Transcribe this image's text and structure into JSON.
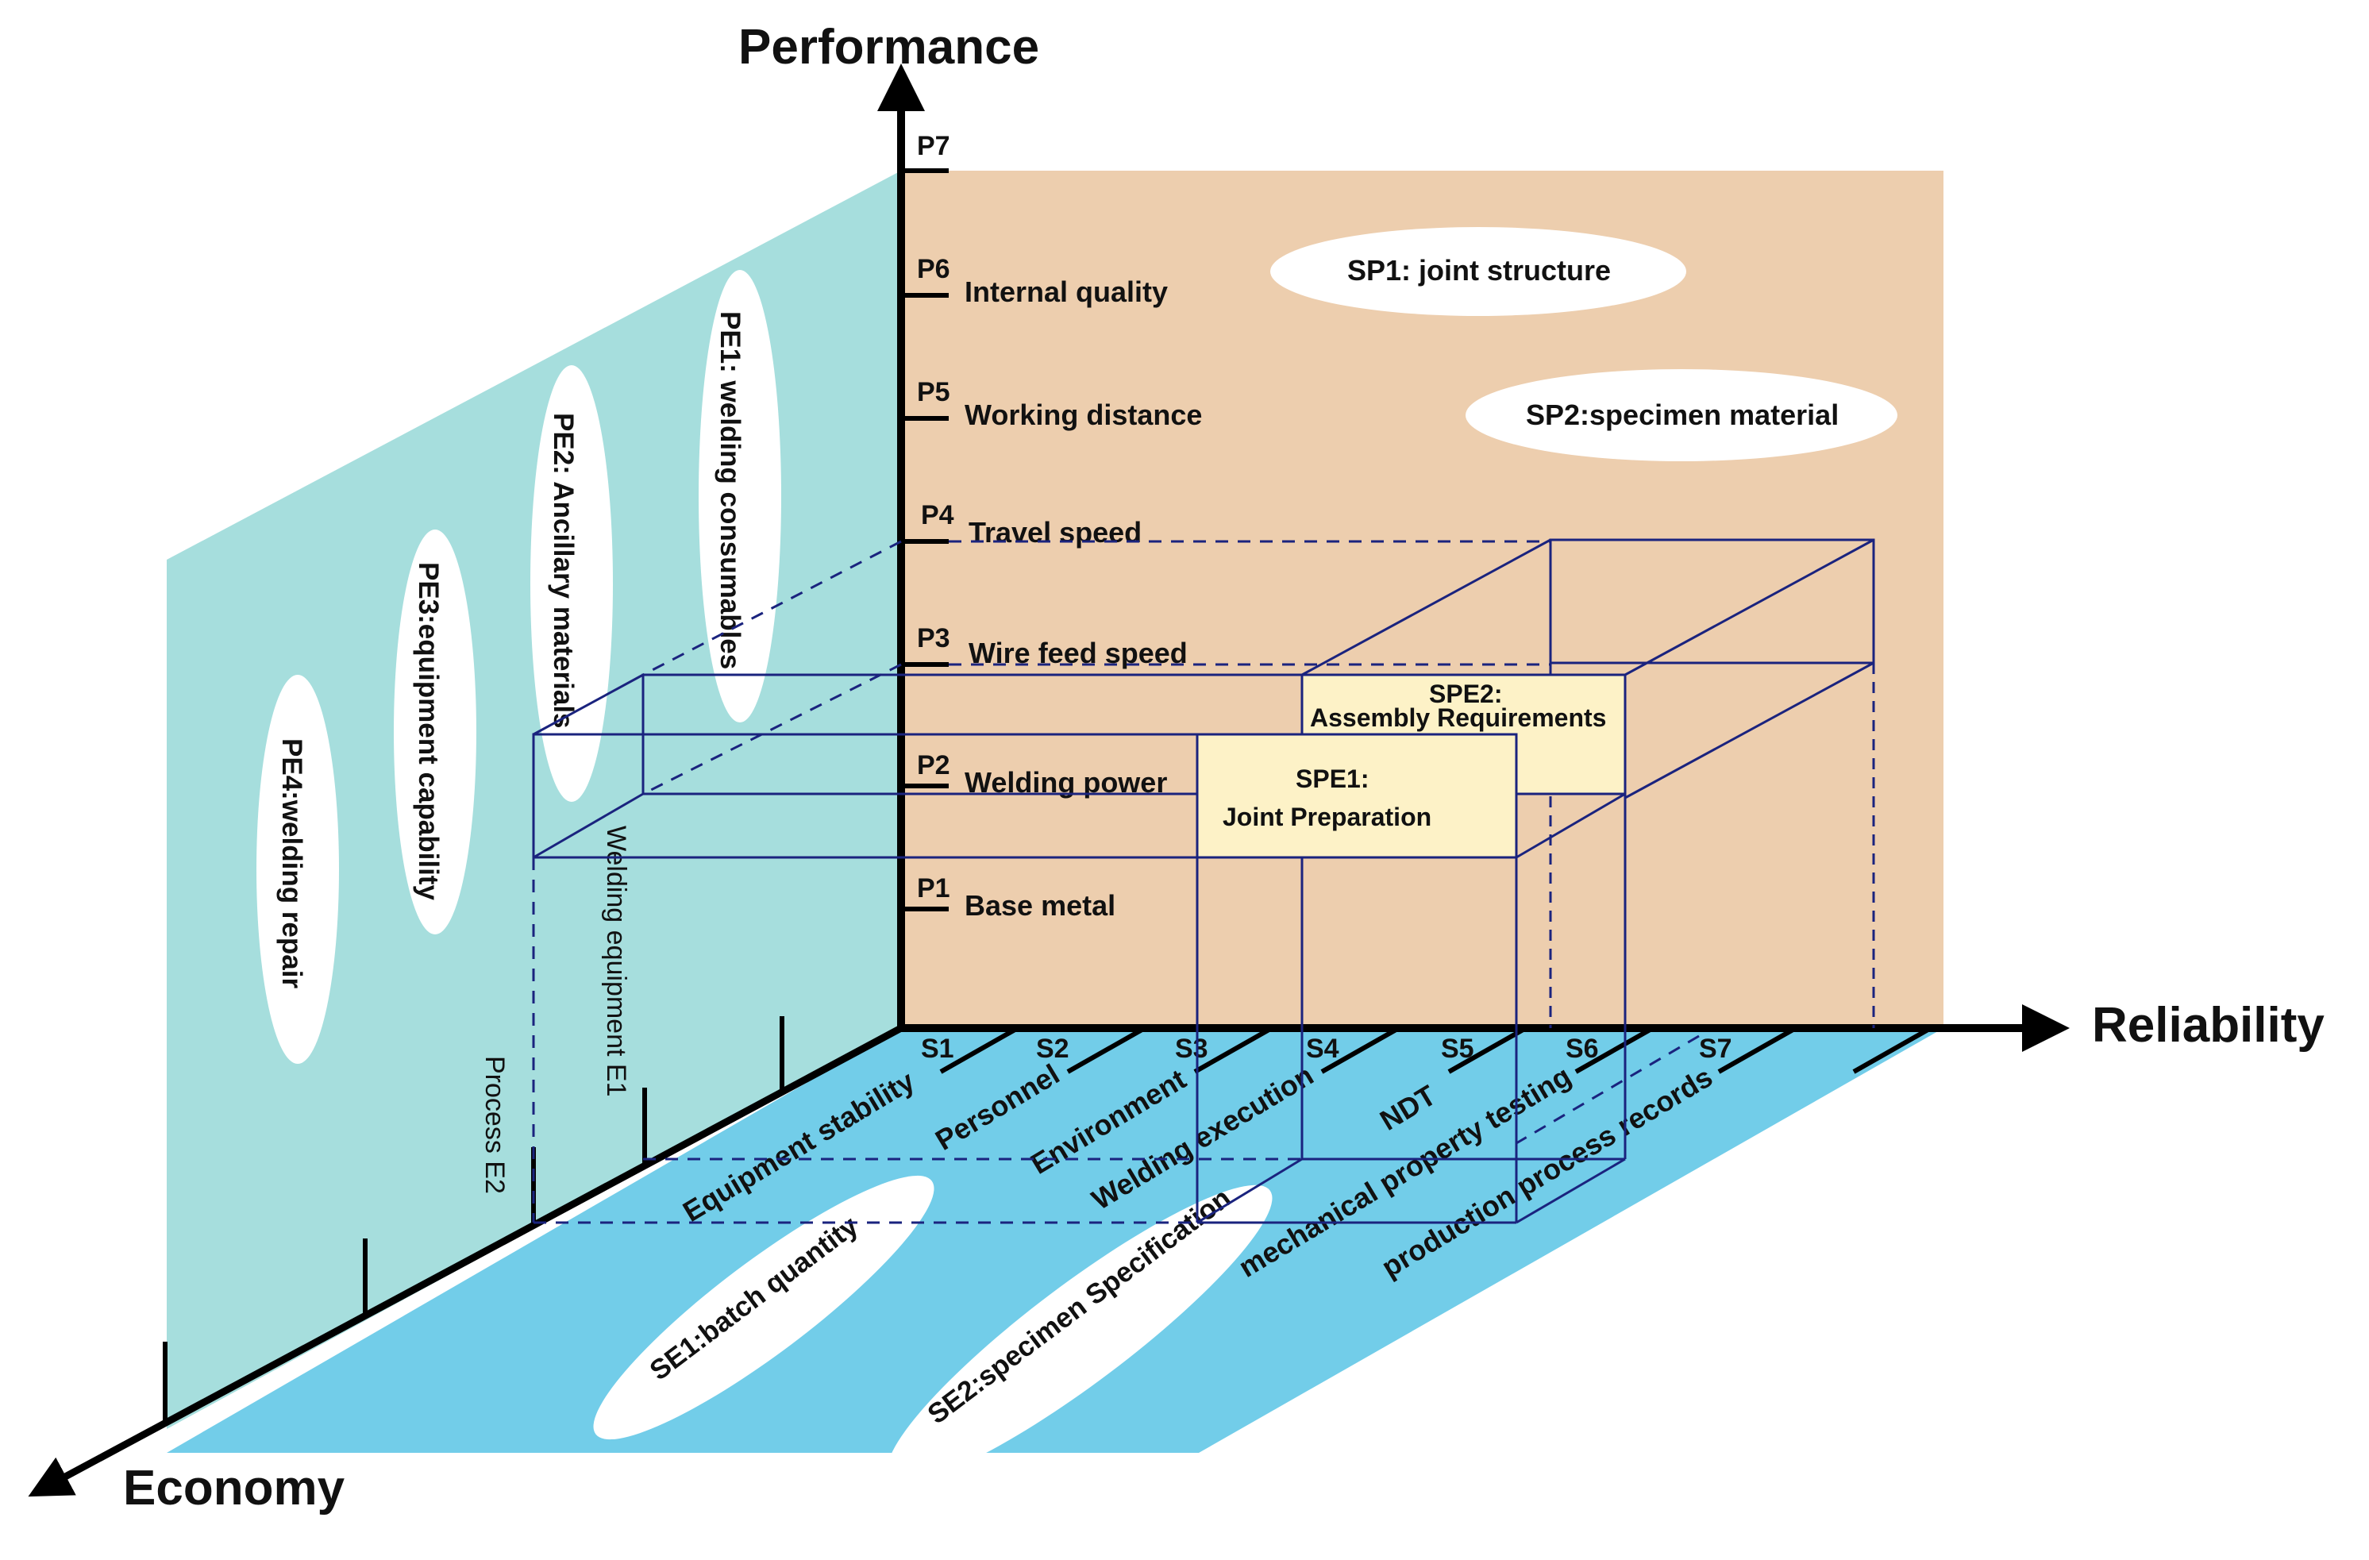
{
  "axes": {
    "performance": "Performance",
    "reliability": "Reliability",
    "economy": "Economy"
  },
  "performance_ticks": [
    {
      "id": "P1",
      "label": "Base metal"
    },
    {
      "id": "P2",
      "label": "Welding power"
    },
    {
      "id": "P3",
      "label": "Wire feed speed"
    },
    {
      "id": "P4",
      "label": "Travel speed"
    },
    {
      "id": "P5",
      "label": "Working distance"
    },
    {
      "id": "P6",
      "label": "Internal quality"
    },
    {
      "id": "P7",
      "label": ""
    }
  ],
  "reliability_ticks": [
    {
      "id": "S1",
      "label": "Equipment stability"
    },
    {
      "id": "S2",
      "label": "Personnel"
    },
    {
      "id": "S3",
      "label": "Environment"
    },
    {
      "id": "S4",
      "label": "Welding execution"
    },
    {
      "id": "S5",
      "label": "NDT"
    },
    {
      "id": "S6",
      "label": "mechanical property testing"
    },
    {
      "id": "S7",
      "label": "production process records"
    }
  ],
  "economy_ticks": [
    {
      "id": "E1",
      "label": "Welding equipment  E1"
    },
    {
      "id": "E2",
      "label": "Process  E2"
    }
  ],
  "performance_economy_items": [
    "PE1: welding consumables",
    "PE2: Ancillary materials",
    "PE3:equipment capability",
    "PE4:welding repair"
  ],
  "performance_reliability_items": [
    "SP1: joint structure",
    "SP2:specimen material"
  ],
  "reliability_economy_items": [
    "SE1:batch quantity",
    "SE2:specimen Specification"
  ],
  "boxes": {
    "spe1_line1": "SPE1:",
    "spe1_line2": "Joint Preparation",
    "spe2_line1": "SPE2:",
    "spe2_line2": "Assembly Requirements"
  },
  "colors": {
    "left_wall": "#a6dedd",
    "back_wall": "#edceae",
    "floor": "#72cde9",
    "box_fill": "#fdf2c7",
    "box_stroke": "#1a237e",
    "axis": "#000000"
  }
}
